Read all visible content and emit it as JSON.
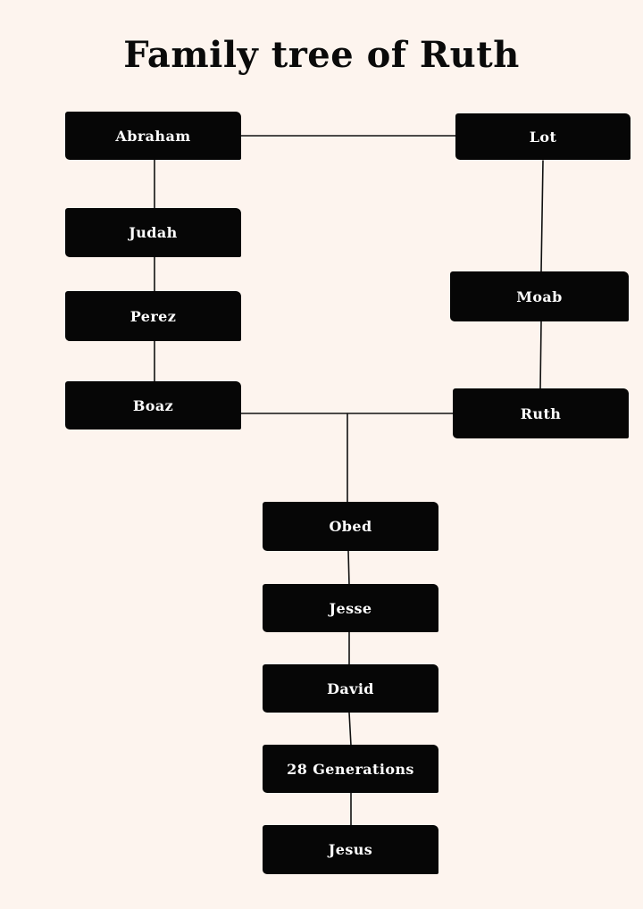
{
  "title": "Family tree of Ruth",
  "colors": {
    "background": "#fdf4ee",
    "box": "#060606",
    "box_text": "#ffffff",
    "line": "#111111",
    "title": "#0a0a0a"
  },
  "people": {
    "abraham": "Abraham",
    "lot": "Lot",
    "judah": "Judah",
    "perez": "Perez",
    "boaz": "Boaz",
    "moab": "Moab",
    "ruth": "Ruth",
    "obed": "Obed",
    "jesse": "Jesse",
    "david": "David",
    "generations": "28 Generations",
    "jesus": "Jesus"
  }
}
